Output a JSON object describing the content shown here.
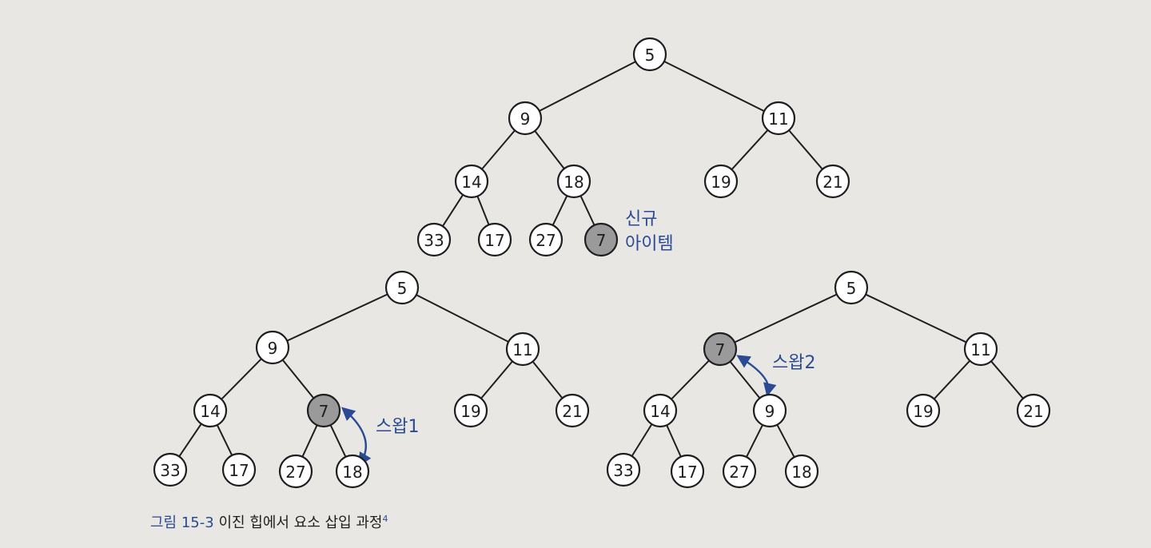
{
  "diagram": {
    "colors": {
      "node_fill": "#ffffff",
      "highlight_fill": "#9a9a9a",
      "note": "#2a4b93"
    },
    "trees": [
      {
        "nodes": [
          {
            "id": "a1",
            "label": "5"
          },
          {
            "id": "a2",
            "label": "9"
          },
          {
            "id": "a3",
            "label": "11"
          },
          {
            "id": "a4",
            "label": "14"
          },
          {
            "id": "a5",
            "label": "18"
          },
          {
            "id": "a6",
            "label": "19"
          },
          {
            "id": "a7",
            "label": "21"
          },
          {
            "id": "a8",
            "label": "33"
          },
          {
            "id": "a9",
            "label": "17"
          },
          {
            "id": "a10",
            "label": "27"
          },
          {
            "id": "a11",
            "label": "7",
            "highlight": true
          }
        ],
        "edges": [
          [
            "a1",
            "a2"
          ],
          [
            "a1",
            "a3"
          ],
          [
            "a2",
            "a4"
          ],
          [
            "a2",
            "a5"
          ],
          [
            "a3",
            "a6"
          ],
          [
            "a3",
            "a7"
          ],
          [
            "a4",
            "a8"
          ],
          [
            "a4",
            "a9"
          ],
          [
            "a5",
            "a10"
          ],
          [
            "a5",
            "a11"
          ]
        ],
        "notes": [
          {
            "id": "new-item",
            "lines": [
              "신규",
              "아이템"
            ]
          }
        ]
      },
      {
        "nodes": [
          {
            "id": "b1",
            "label": "5"
          },
          {
            "id": "b2",
            "label": "9"
          },
          {
            "id": "b3",
            "label": "11"
          },
          {
            "id": "b4",
            "label": "14"
          },
          {
            "id": "b5",
            "label": "7",
            "highlight": true
          },
          {
            "id": "b6",
            "label": "19"
          },
          {
            "id": "b7",
            "label": "21"
          },
          {
            "id": "b8",
            "label": "33"
          },
          {
            "id": "b9",
            "label": "17"
          },
          {
            "id": "b10",
            "label": "27"
          },
          {
            "id": "b11",
            "label": "18"
          }
        ],
        "edges": [
          [
            "b1",
            "b2"
          ],
          [
            "b1",
            "b3"
          ],
          [
            "b2",
            "b4"
          ],
          [
            "b2",
            "b5"
          ],
          [
            "b3",
            "b6"
          ],
          [
            "b3",
            "b7"
          ],
          [
            "b4",
            "b8"
          ],
          [
            "b4",
            "b9"
          ],
          [
            "b5",
            "b10"
          ],
          [
            "b5",
            "b11"
          ]
        ],
        "notes": [
          {
            "id": "swap-1",
            "lines": [
              "스왑1"
            ]
          }
        ],
        "swap": [
          "b5",
          "b11"
        ]
      },
      {
        "nodes": [
          {
            "id": "c1",
            "label": "5"
          },
          {
            "id": "c2",
            "label": "7",
            "highlight": true
          },
          {
            "id": "c3",
            "label": "11"
          },
          {
            "id": "c4",
            "label": "14"
          },
          {
            "id": "c5",
            "label": "9"
          },
          {
            "id": "c6",
            "label": "19"
          },
          {
            "id": "c7",
            "label": "21"
          },
          {
            "id": "c8",
            "label": "33"
          },
          {
            "id": "c9",
            "label": "17"
          },
          {
            "id": "c10",
            "label": "27"
          },
          {
            "id": "c11",
            "label": "18"
          }
        ],
        "edges": [
          [
            "c1",
            "c2"
          ],
          [
            "c1",
            "c3"
          ],
          [
            "c2",
            "c4"
          ],
          [
            "c2",
            "c5"
          ],
          [
            "c3",
            "c6"
          ],
          [
            "c3",
            "c7"
          ],
          [
            "c4",
            "c8"
          ],
          [
            "c4",
            "c9"
          ],
          [
            "c5",
            "c10"
          ],
          [
            "c5",
            "c11"
          ]
        ],
        "notes": [
          {
            "id": "swap-2",
            "lines": [
              "스왑2"
            ]
          }
        ],
        "swap": [
          "c2",
          "c5"
        ]
      }
    ]
  },
  "caption": {
    "number": "그림 15-3",
    "text": "이진 힙에서 요소 삽입 과정",
    "footnote": "4"
  }
}
